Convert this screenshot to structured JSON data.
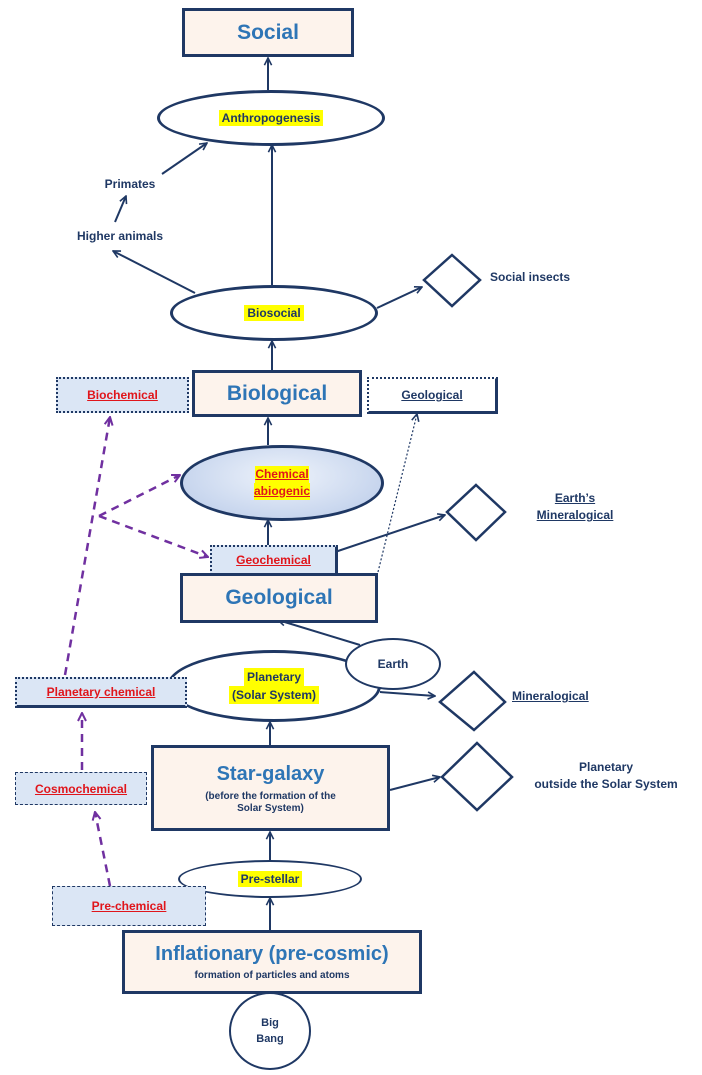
{
  "nodes": {
    "social": "Social",
    "anthropogenesis": "Anthropogenesis",
    "primates": "Primates",
    "higher_animals": "Higher animals",
    "social_insects": "Social insects",
    "biosocial": "Biosocial",
    "biochemical": "Biochemical",
    "biological": "Biological",
    "geological_small": "Geological",
    "chemical_abiogenic_line1": "Chemical",
    "chemical_abiogenic_line2": "abiogenic",
    "earths_mineralogical_line1": "Earth’s",
    "earths_mineralogical_line2": "Mineralogical",
    "geochemical": "Geochemical",
    "geological_big": "Geological",
    "earth": "Earth",
    "planetary_line1": "Planetary",
    "planetary_line2": "(Solar System)",
    "planetary_chemical": "Planetary chemical",
    "mineralogical": "Mineralogical",
    "cosmochemical": "Cosmochemical",
    "star_galaxy": "Star-galaxy",
    "star_galaxy_sub_line1": "(before the formation of the",
    "star_galaxy_sub_line2": "Solar System)",
    "planetary_outside_line1": "Planetary",
    "planetary_outside_line2": "outside the Solar System",
    "pre_stellar": "Pre-stellar",
    "pre_chemical": "Pre-chemical",
    "inflationary": "Inflationary (pre-cosmic)",
    "inflationary_sub": "formation of particles and atoms",
    "big_bang_line1": "Big",
    "big_bang_line2": "Bang"
  },
  "colors": {
    "navy": "#1f3864",
    "blue_title": "#2e75b6",
    "red": "#e0151b",
    "highlight": "#ffff00",
    "purple_dashed": "#7030a0",
    "box_fill": "#fdf3ec",
    "small_box_fill": "#dbe6f5"
  }
}
